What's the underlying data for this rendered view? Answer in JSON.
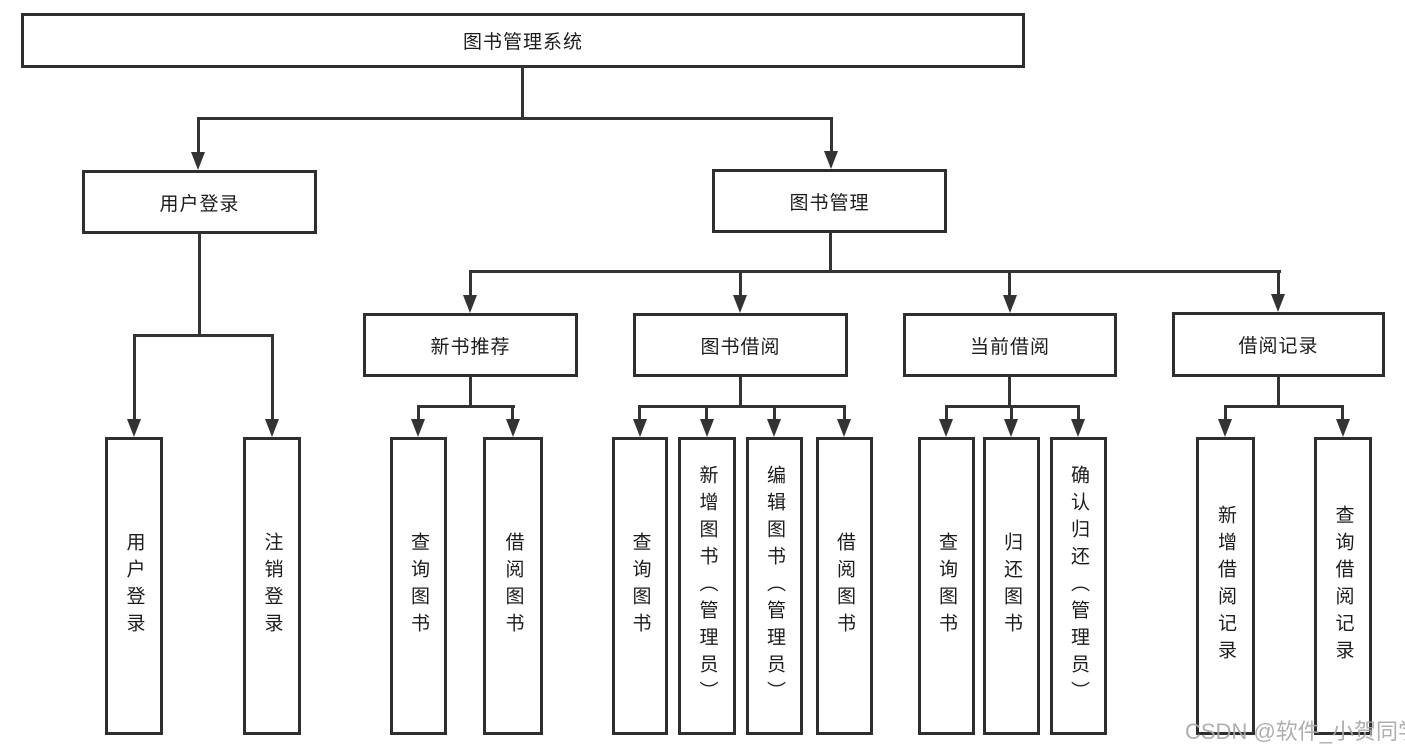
{
  "tree": {
    "root": {
      "label": "图书管理系统"
    },
    "level2": [
      {
        "label": "用户登录"
      },
      {
        "label": "图书管理"
      }
    ],
    "level3": [
      {
        "label": "新书推荐",
        "parent": "图书管理"
      },
      {
        "label": "图书借阅",
        "parent": "图书管理"
      },
      {
        "label": "当前借阅",
        "parent": "图书管理"
      },
      {
        "label": "借阅记录",
        "parent": "图书管理"
      }
    ],
    "leaves": [
      {
        "label": "用户登录",
        "parent": "用户登录"
      },
      {
        "label": "注销登录",
        "parent": "用户登录"
      },
      {
        "label": "查询图书",
        "parent": "新书推荐"
      },
      {
        "label": "借阅图书",
        "parent": "新书推荐"
      },
      {
        "label": "查询图书",
        "parent": "图书借阅"
      },
      {
        "label": "新增图书（管理员）",
        "parent": "图书借阅"
      },
      {
        "label": "编辑图书（管理员）",
        "parent": "图书借阅"
      },
      {
        "label": "借阅图书",
        "parent": "图书借阅"
      },
      {
        "label": "查询图书",
        "parent": "当前借阅"
      },
      {
        "label": "归还图书",
        "parent": "当前借阅"
      },
      {
        "label": "确认归还（管理员）",
        "parent": "当前借阅"
      },
      {
        "label": "新增借阅记录",
        "parent": "借阅记录"
      },
      {
        "label": "查询借阅记录",
        "parent": "借阅记录"
      }
    ]
  },
  "watermark": {
    "text": "CSDN @软件_小贺同学"
  },
  "colors": {
    "line": "#333333",
    "border": "#2e2e2e",
    "text": "#1c1c1c",
    "watermark": "#a8a8a8",
    "background": "#ffffff"
  }
}
